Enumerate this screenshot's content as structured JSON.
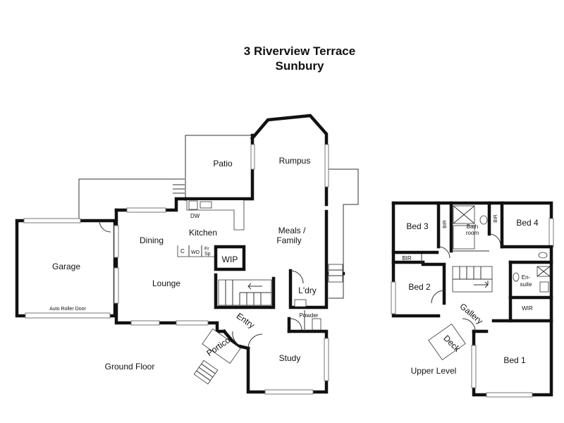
{
  "title": {
    "line1": "3 Riverview Terrace",
    "line2": "Sunbury"
  },
  "ground_floor": {
    "label": "Ground Floor",
    "rooms": {
      "patio": "Patio",
      "rumpus": "Rumpus",
      "garage": "Garage",
      "dining": "Dining",
      "kitchen": "Kitchen",
      "meals_line1": "Meals /",
      "meals_line2": "Family",
      "lounge": "Lounge",
      "wip": "WIP",
      "laundry": "L'dry",
      "entry": "Entry",
      "powder": "Powder",
      "portico": "Portico",
      "study": "Study"
    },
    "fixtures": {
      "auto_roller_door": "Auto Roller Door",
      "dw": "DW",
      "c": "C",
      "wo": "WO",
      "fr": "Fr",
      "sp": "Sp"
    }
  },
  "upper_level": {
    "label": "Upper Level",
    "rooms": {
      "bed3": "Bed 3",
      "bed4": "Bed 4",
      "bed2": "Bed 2",
      "bed1": "Bed 1",
      "bath_line1": "Bath",
      "bath_line2": "room",
      "birl": "BIR",
      "birr": "BIR",
      "bir_b": "BIR",
      "ensuite_line1": "En-",
      "ensuite_line2": "suite",
      "wir": "WIR",
      "gallery": "Gallery",
      "deck": "Deck"
    }
  }
}
